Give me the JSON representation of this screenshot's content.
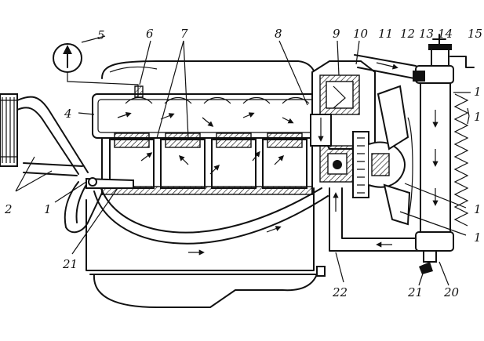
{
  "diagram": {
    "callouts": [
      {
        "id": "c1",
        "label": "1"
      },
      {
        "id": "c2",
        "label": "2"
      },
      {
        "id": "c4",
        "label": "4"
      },
      {
        "id": "c5",
        "label": "5"
      },
      {
        "id": "c6",
        "label": "6"
      },
      {
        "id": "c7",
        "label": "7"
      },
      {
        "id": "c8",
        "label": "8"
      },
      {
        "id": "c9",
        "label": "9"
      },
      {
        "id": "c10",
        "label": "10"
      },
      {
        "id": "c11",
        "label": "11"
      },
      {
        "id": "c12",
        "label": "12"
      },
      {
        "id": "c13",
        "label": "13"
      },
      {
        "id": "c14",
        "label": "14"
      },
      {
        "id": "c15",
        "label": "15"
      },
      {
        "id": "c16",
        "label": "1"
      },
      {
        "id": "c17",
        "label": "1"
      },
      {
        "id": "c18",
        "label": "1"
      },
      {
        "id": "c19",
        "label": "1"
      },
      {
        "id": "c20",
        "label": "20"
      },
      {
        "id": "c21a",
        "label": "21"
      },
      {
        "id": "c21b",
        "label": "21"
      },
      {
        "id": "c22",
        "label": "22"
      }
    ],
    "colors": {
      "ink": "#111111",
      "paper": "#ffffff"
    }
  }
}
